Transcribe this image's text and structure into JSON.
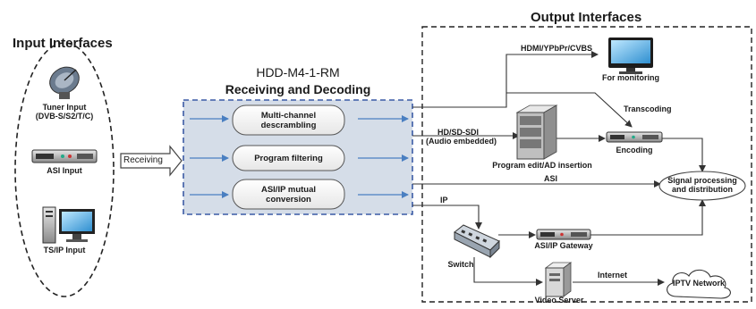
{
  "sections": {
    "input_title": "Input Interfaces",
    "output_title": "Output Interfaces",
    "device_model": "HDD-M4-1-RM",
    "device_function": "Receiving and Decoding"
  },
  "inputs": {
    "tuner_line1": "Tuner Input",
    "tuner_line2": "(DVB-S/S2/T/C)",
    "asi": "ASI Input",
    "tsip": "TS/IP Input"
  },
  "arrow_receiving": "Receiving",
  "process_boxes": {
    "descrambling_line1": "Multi-channel",
    "descrambling_line2": "descrambling",
    "filtering": "Program filtering",
    "asiip_line1": "ASI/IP mutual",
    "asiip_line2": "conversion"
  },
  "outputs": {
    "hdmi_label": "HDMI/YPbPr/CVBS",
    "monitoring": "For monitoring",
    "transcoding": "Transcoding",
    "sdi_line1": "HD/SD-SDI",
    "sdi_line2": "(Audio embedded)",
    "program_edit": "Program edit/AD insertion",
    "encoding": "Encoding",
    "asi": "ASI",
    "signal_line1": "Signal processing",
    "signal_line2": "and distribution",
    "ip": "IP",
    "switch": "Switch",
    "gateway": "ASI/IP Gateway",
    "internet": "Internet",
    "video_server": "Video Server",
    "iptv": "IPTV Network"
  },
  "colors": {
    "panel_fill": "#d5dde8",
    "panel_border": "#3b5ba5",
    "arrow_blue": "#4a7fc1",
    "line_dark": "#333333"
  },
  "icons": [
    "satellite-dish-icon",
    "rack-device-icon",
    "computer-icon",
    "monitor-icon",
    "server-cabinet-icon",
    "encoder-icon",
    "switch-icon",
    "gateway-icon",
    "video-server-icon",
    "cloud-network-icon"
  ]
}
